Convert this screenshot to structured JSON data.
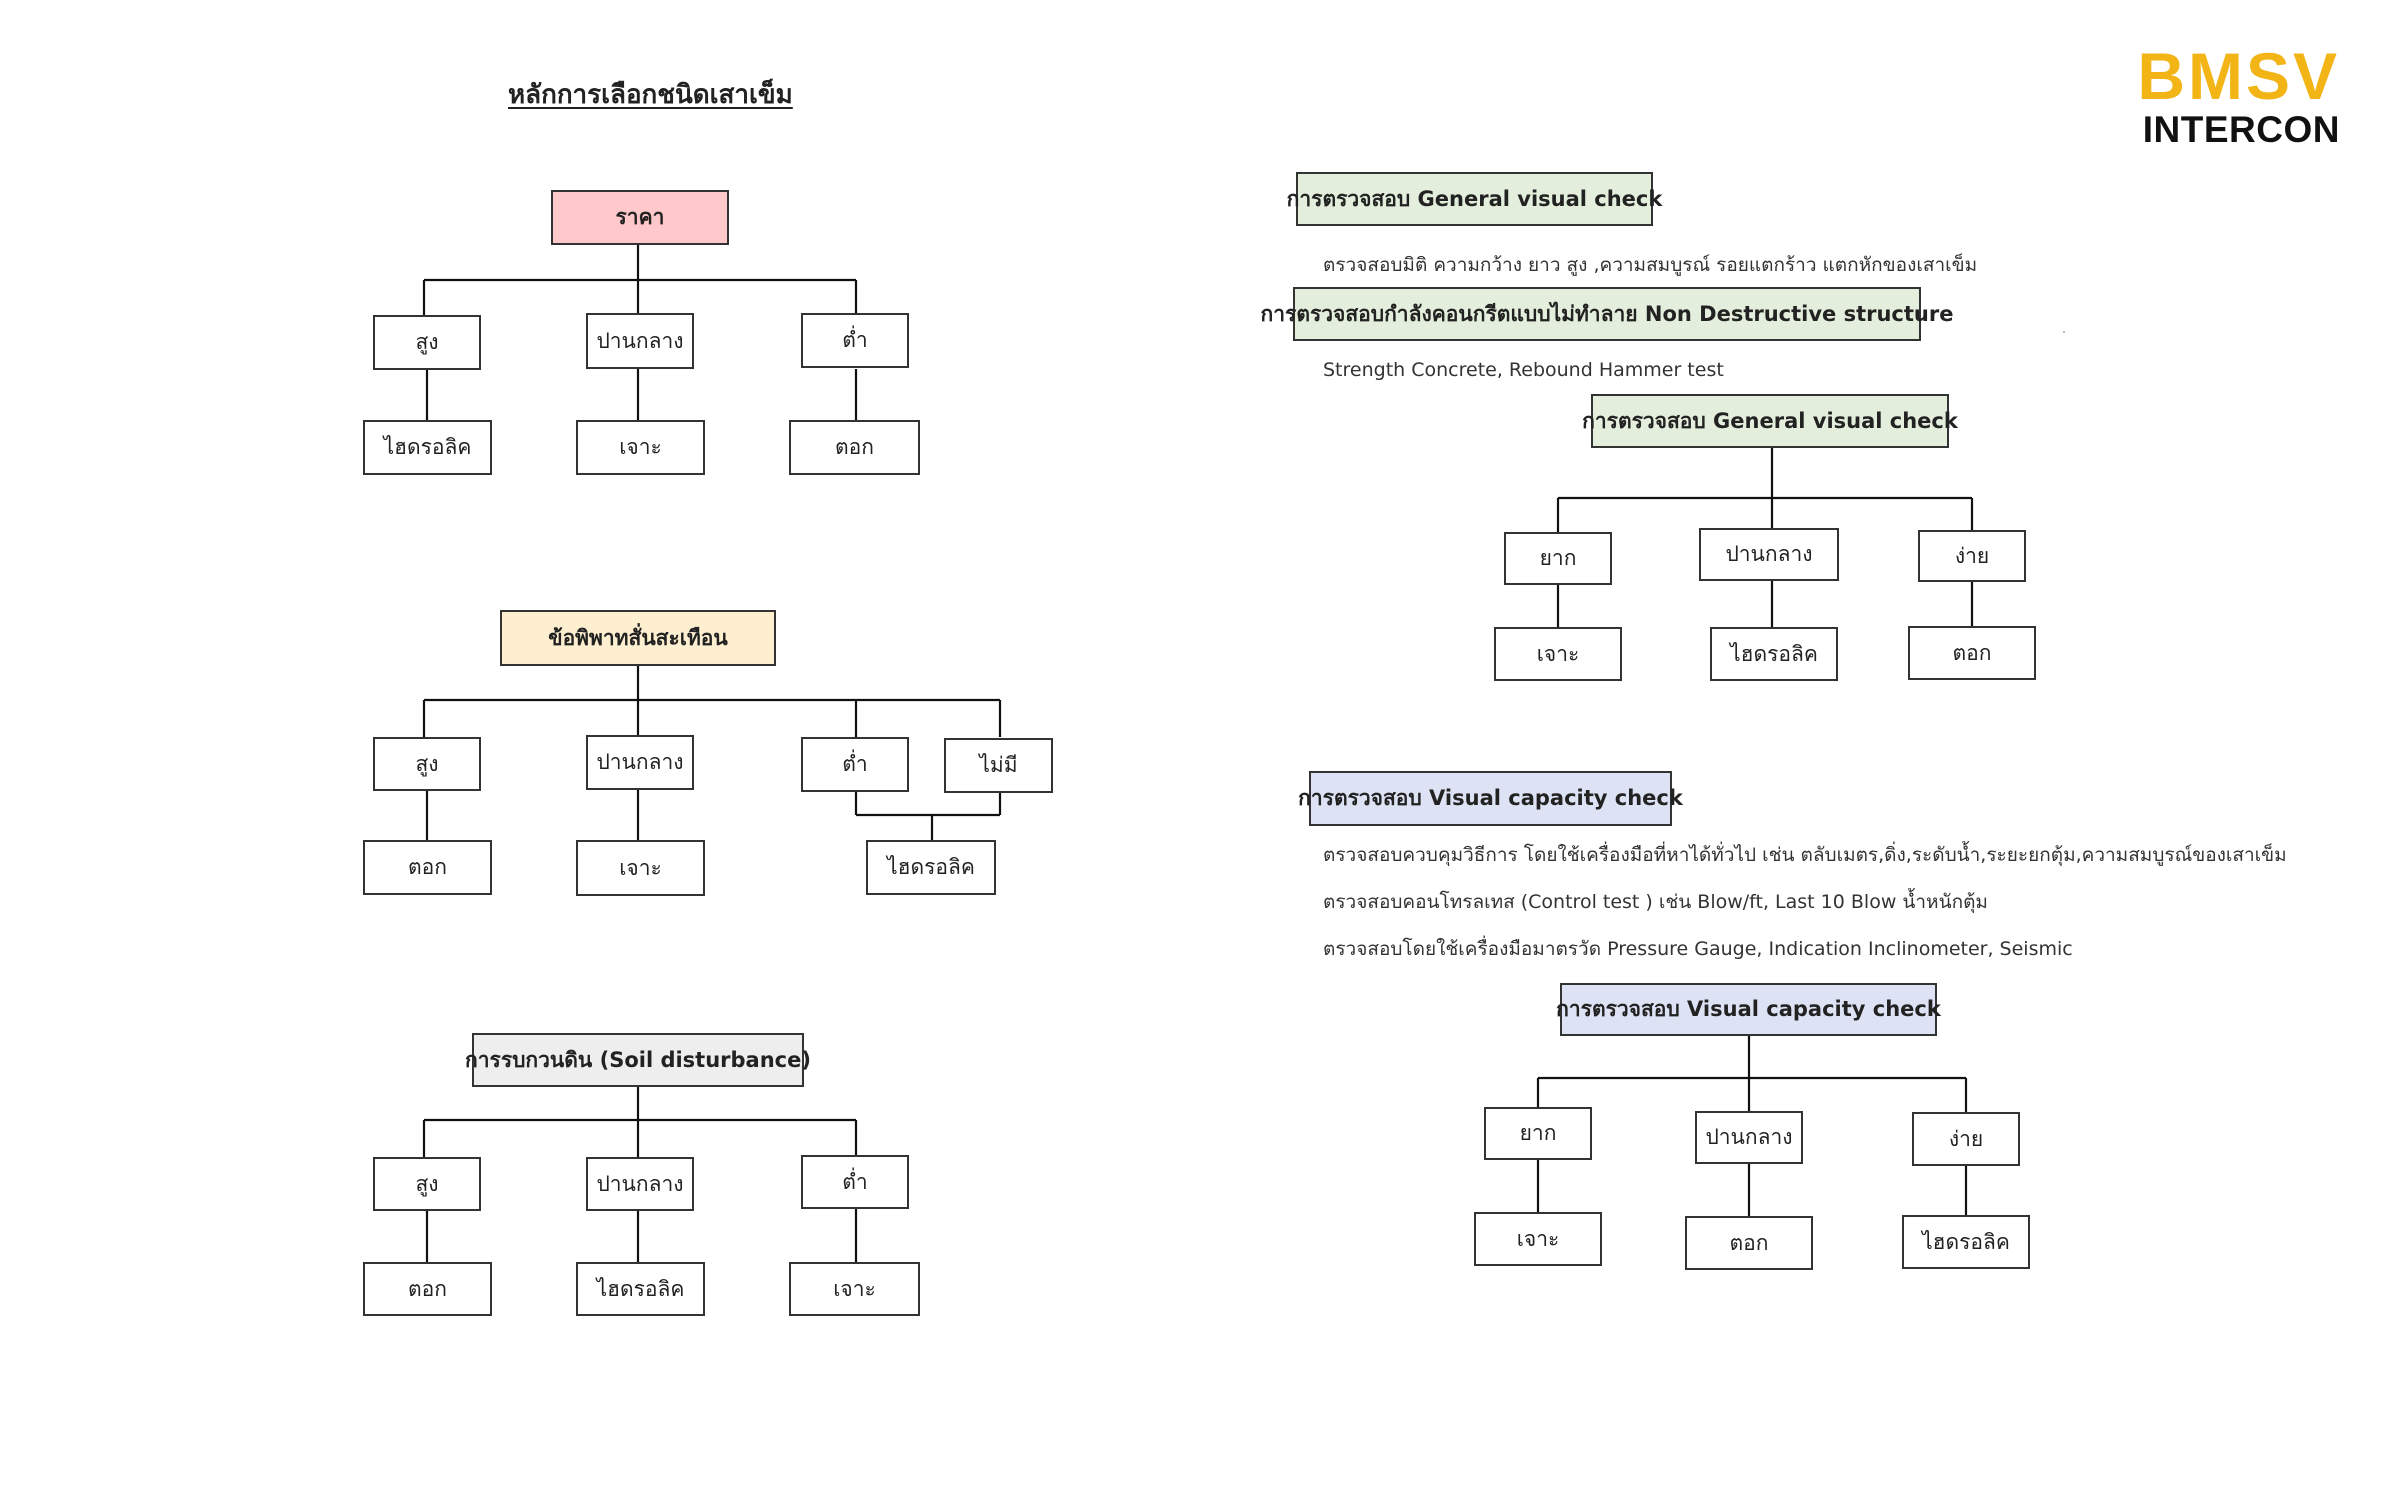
{
  "title": "หลักการเลือกชนิดเสาเข็ม",
  "logo": {
    "line1": "BMSV",
    "line2": "INTERCON"
  },
  "trees": {
    "price": {
      "root": "ราคา",
      "children": [
        {
          "label": "สูง",
          "result": "ไฮดรอลิค"
        },
        {
          "label": "ปานกลาง",
          "result": "เจาะ"
        },
        {
          "label": "ต่ำ",
          "result": "ตอก"
        }
      ]
    },
    "vibration": {
      "root": "ข้อพิพาทสั่นสะเทือน",
      "children": [
        {
          "label": "สูง",
          "result": "ตอก"
        },
        {
          "label": "ปานกลาง",
          "result": "เจาะ"
        },
        {
          "label": "ต่ำ"
        },
        {
          "label": "ไม่มี"
        }
      ],
      "shared_result": "ไฮดรอลิค"
    },
    "soil": {
      "root": "การรบกวนดิน (Soil disturbance)",
      "children": [
        {
          "label": "สูง",
          "result": "ตอก"
        },
        {
          "label": "ปานกลาง",
          "result": "ไฮดรอลิค"
        },
        {
          "label": "ต่ำ",
          "result": "เจาะ"
        }
      ]
    },
    "general_check": {
      "root": "การตรวจสอบ General visual check",
      "children": [
        {
          "label": "ยาก",
          "result": "เจาะ"
        },
        {
          "label": "ปานกลาง",
          "result": "ไฮดรอลิค"
        },
        {
          "label": "ง่าย",
          "result": "ตอก"
        }
      ]
    },
    "capacity_check": {
      "root": "การตรวจสอบ  Visual capacity check",
      "children": [
        {
          "label": "ยาก",
          "result": "เจาะ"
        },
        {
          "label": "ปานกลาง",
          "result": "ตอก"
        },
        {
          "label": "ง่าย",
          "result": "ไฮดรอลิค"
        }
      ]
    }
  },
  "sections": {
    "general_visual": {
      "header": "การตรวจสอบ General visual check",
      "description": "ตรวจสอบมิติ ความกว้าง ยาว สูง ,ความสมบูรณ์ รอยแตกร้าว แตกหักของเสาเข็ม"
    },
    "non_destructive": {
      "header": "การตรวจสอบกำลังคอนกรีตแบบไม่ทำลาย Non Destructive structure",
      "description": "Strength Concrete, Rebound Hammer test"
    },
    "visual_capacity": {
      "header": "การตรวจสอบ  Visual capacity check",
      "lines": [
        "ตรวจสอบควบคุมวิธีการ โดยใช้เครื่องมือที่หาได้ทั่วไป เช่น ตลับเมตร,ดิ่ง,ระดับน้ำ,ระยะยกตุ้ม,ความสมบูรณ์ของเสาเข็ม",
        "ตรวจสอบคอนโทรลเทส (Control test ) เช่น Blow/ft, Last 10 Blow น้ำหนักตุ้ม",
        "ตรวจสอบโดยใช้เครื่องมือมาตรวัด Pressure Gauge, Indication Inclinometer, Seismic"
      ]
    }
  },
  "colors": {
    "price_root": "#ffc9cc",
    "vibration_root": "#fdefcf",
    "soil_root": "#eeeeee",
    "general_header": "#e3efdc",
    "capacity_header": "#dde3f4",
    "logo_accent": "#f3b416"
  }
}
